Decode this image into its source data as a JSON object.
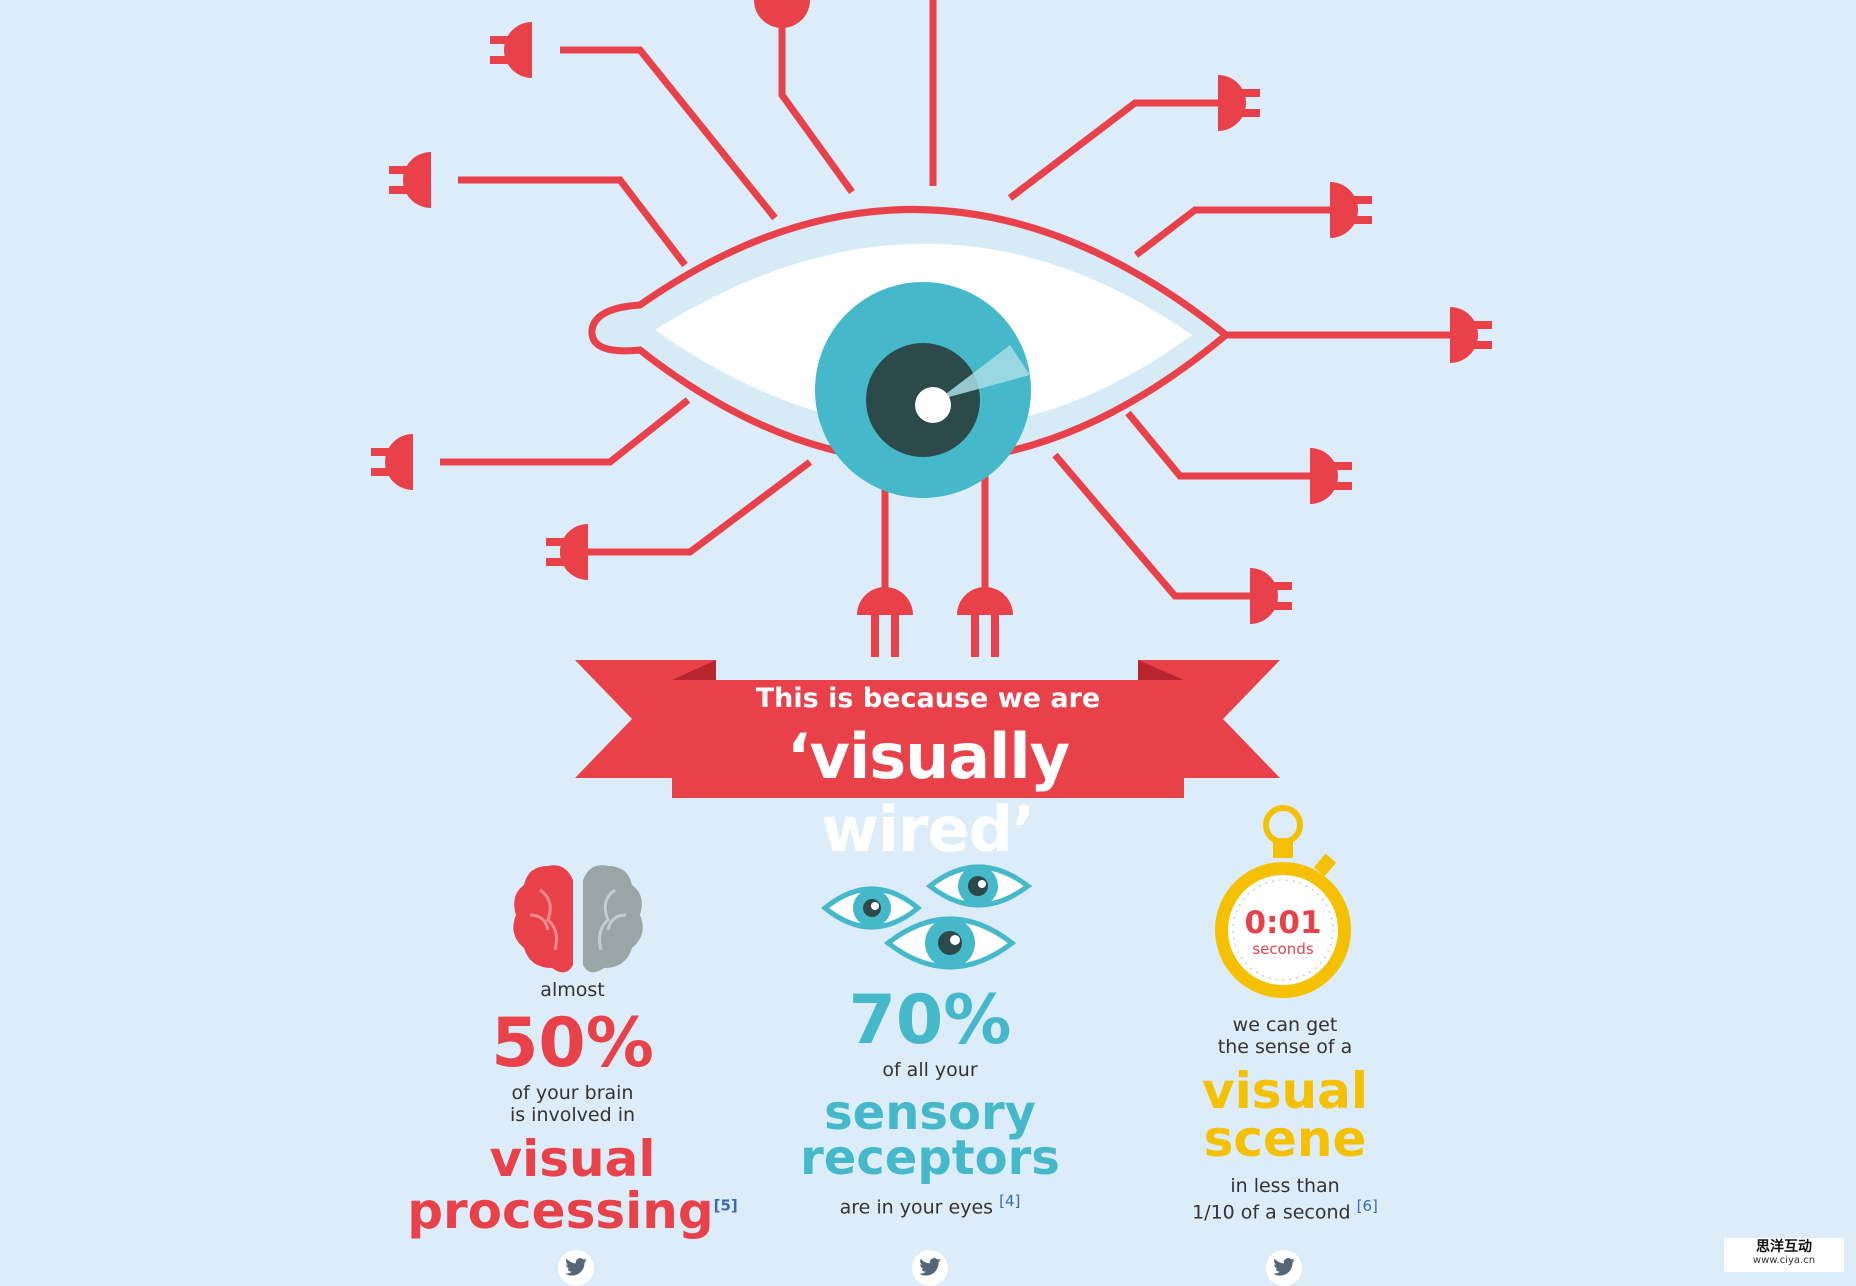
{
  "banner": {
    "line1": "This is because we are",
    "line2": "‘visually wired’"
  },
  "stats": [
    {
      "pre": "almost",
      "value": "50%",
      "mid1": "of your brain",
      "mid2": "is involved in",
      "kw1": "visual",
      "kw2": "processing",
      "ref": "[5]",
      "color": "#e8414a"
    },
    {
      "value": "70%",
      "pre": "of all your",
      "kw1": "sensory",
      "kw2": "receptors",
      "post": "are in your eyes",
      "ref": "[4]",
      "color": "#45b9c9"
    },
    {
      "mid1": "we can get",
      "mid2": "the sense of a",
      "kw1": "visual",
      "kw2": "scene",
      "post1": "in less than",
      "post2": "1/10 of a second",
      "ref": "[6]",
      "color": "#f5c000"
    }
  ],
  "stopwatch": {
    "time": "0:01",
    "unit": "seconds"
  },
  "icons": [
    "plug-icon",
    "eye-icon",
    "brain-icon",
    "eyes-icon",
    "stopwatch-icon",
    "twitter-icon"
  ],
  "watermark": {
    "cn": "思洋互动",
    "url": "www.ciya.cn"
  },
  "colors": {
    "red": "#e8414a",
    "teal": "#45b9c9",
    "yellow": "#f5c000",
    "background": "#dcecf8"
  }
}
